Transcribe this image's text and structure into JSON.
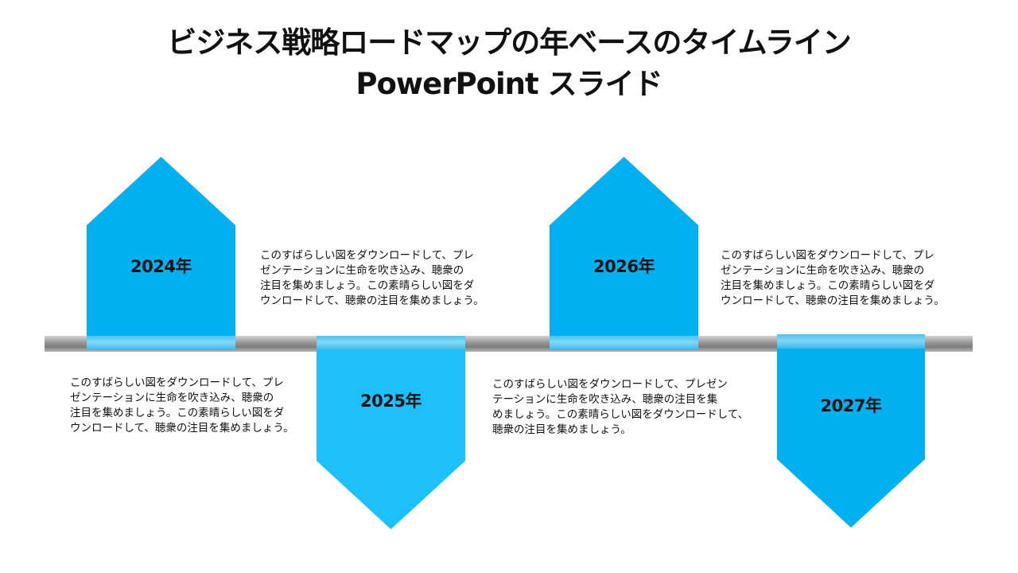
{
  "title": {
    "line1": "ビジネス戦略ロードマップの年ベースのタイムライン",
    "line2": "PowerPoint スライド"
  },
  "colors": {
    "arrow_dark": "#00b0f0",
    "arrow_light": "#1ec0fa",
    "band_highlight": "#7fd8f8",
    "timeline_gray": "#9a9a9a"
  },
  "milestones": [
    {
      "year": "2024年",
      "direction": "up",
      "description": "このすばらしい図をダウンロードして、プレ\nゼンテーションに生命を吹き込み、聴衆の\n注目を集めましょう。この素晴らしい図をダ\nウンロードして、聴衆の注目を集めましょう。"
    },
    {
      "year": "2025年",
      "direction": "down",
      "description": "このすばらしい図をダウンロードして、プレ\nゼンテーションに生命を吹き込み、聴衆の\n注目を集めましょう。この素晴らしい図をダ\nウンロードして、聴衆の注目を集めましょう。"
    },
    {
      "year": "2026年",
      "direction": "up",
      "description": "このすばらしい図をダウンロードして、プレ\nゼンテーションに生命を吹き込み、聴衆の\n注目を集めましょう。この素晴らしい図をダ\nウンロードして、聴衆の注目を集めましょう。"
    },
    {
      "year": "2027年",
      "direction": "down",
      "description": "このすばらしい図をダウンロードして、プレゼン\nテーションに生命を吹き込み、聴衆の注目を集\nめましょう。この素晴らしい図をダウンロードして、\n聴衆の注目を集めましょう。"
    }
  ]
}
